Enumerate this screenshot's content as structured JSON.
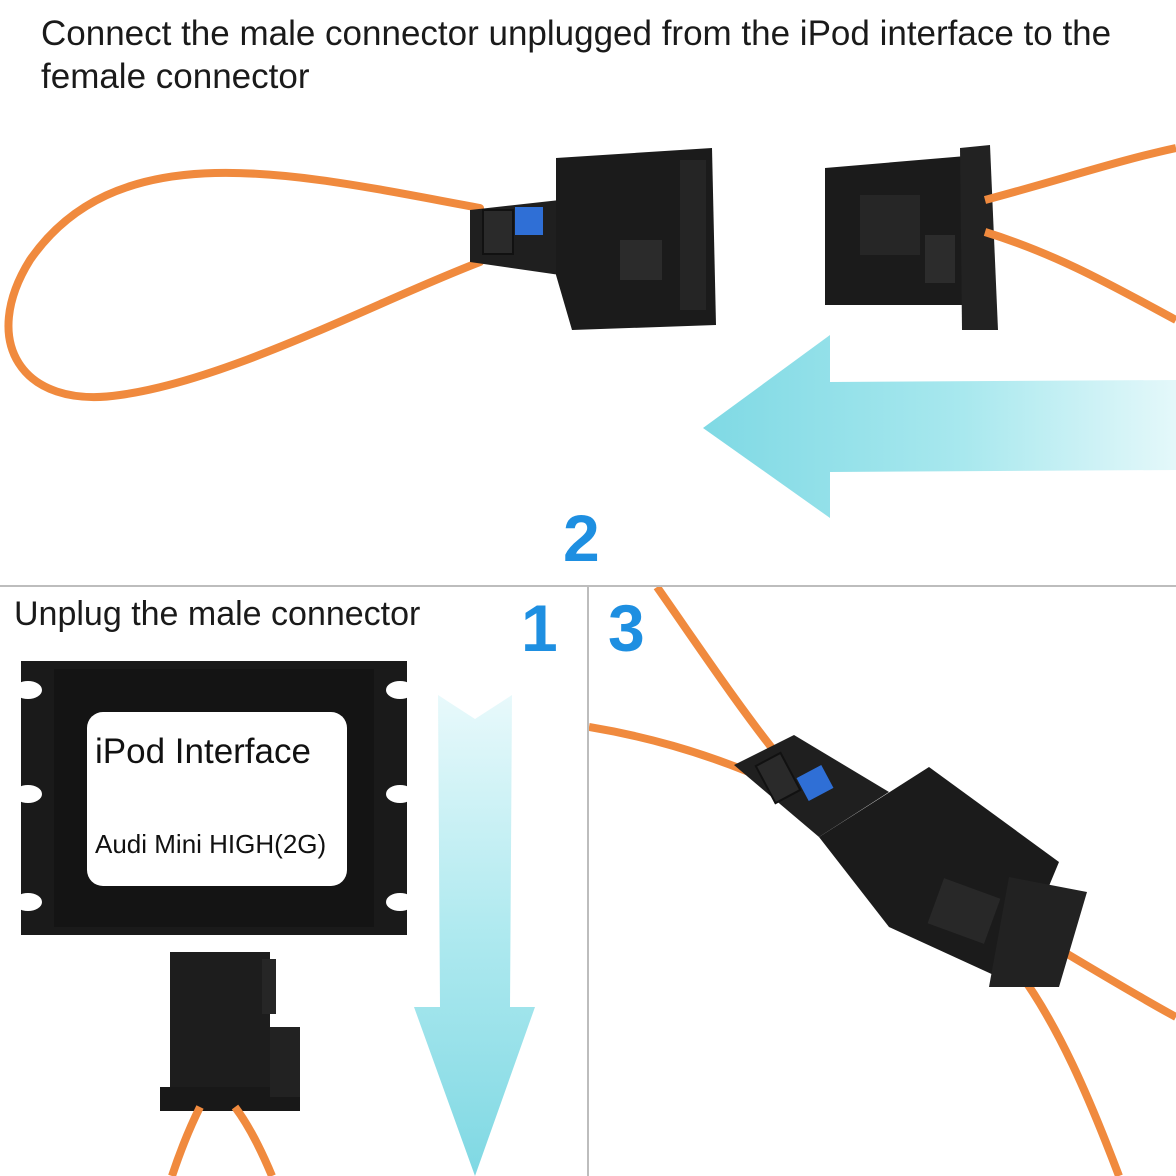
{
  "top_panel": {
    "caption": "Connect the male connector unplugged from the iPod interface to the female connector",
    "step_number": "2"
  },
  "left_panel": {
    "caption": "Unplug the male connector",
    "step_number": "1",
    "module": {
      "title": "iPod Interface",
      "model": "Audi Mini HIGH(2G)"
    }
  },
  "right_panel": {
    "step_number": "3"
  },
  "colors": {
    "fiber_cable": "#f08a3e",
    "connector_body": "#1b1b1b",
    "latch_tab": "#2f6fd6",
    "arrow": "#9fe3ea",
    "step_number": "#1e8fe1",
    "divider": "#bdbdbd"
  },
  "icons": {
    "move_left_arrow": "arrow-left-icon",
    "move_down_arrow": "arrow-down-icon"
  }
}
